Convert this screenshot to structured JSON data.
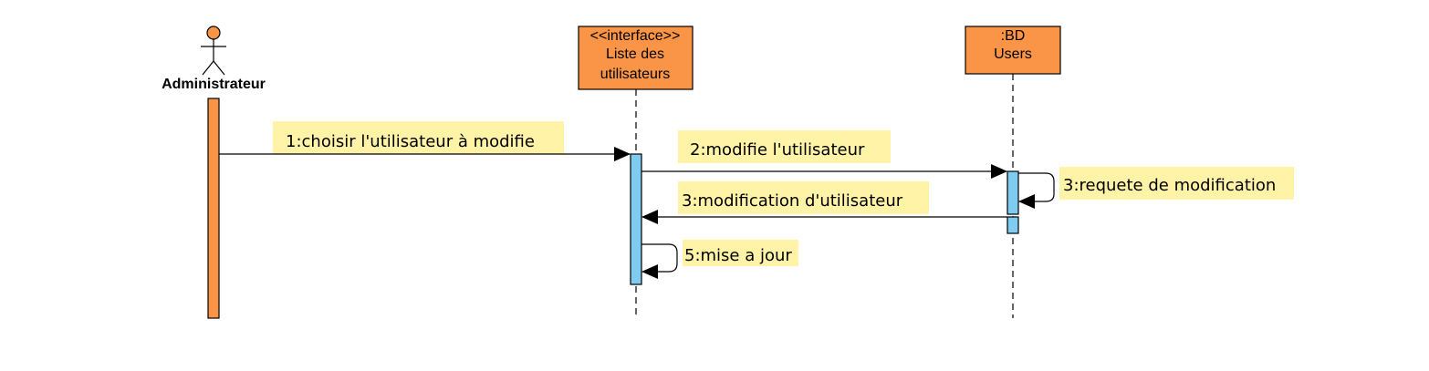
{
  "colors": {
    "actor_fill": "#FA9447",
    "box_fill": "#FA9447",
    "activation_fill": "#7FCCF0",
    "label_bg": "#FFF3A8",
    "line": "#000000"
  },
  "actor": {
    "name": "Administrateur"
  },
  "participants": {
    "interface": {
      "stereotype": "<<interface>>",
      "line1": "Liste des",
      "line2": "utilisateurs"
    },
    "bd": {
      "line1": ":BD",
      "line2": "Users"
    }
  },
  "messages": [
    {
      "label": "1:choisir l'utilisateur à modifie"
    },
    {
      "label": "2:modifie l'utilisateur"
    },
    {
      "label": "3:requete de modification"
    },
    {
      "label": "3:modification d'utilisateur"
    },
    {
      "label": "5:mise a jour"
    }
  ]
}
